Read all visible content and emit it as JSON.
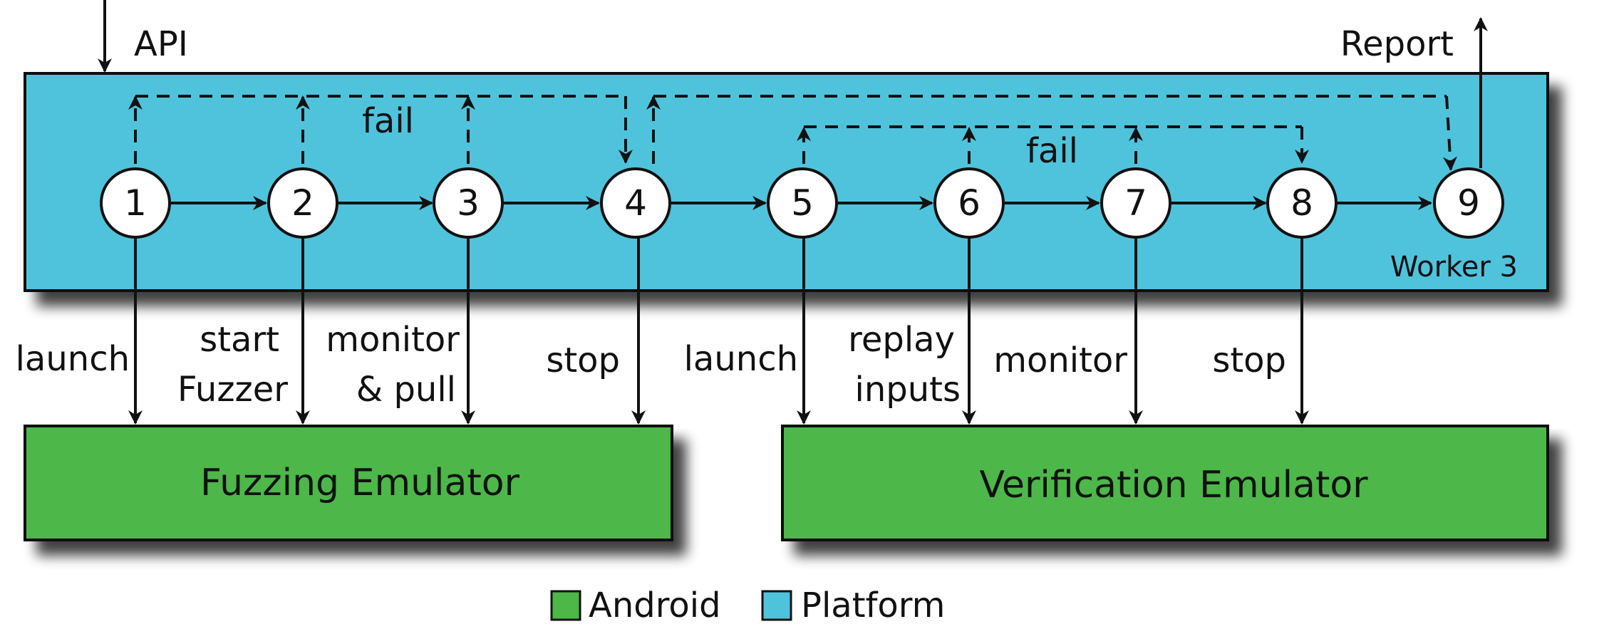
{
  "colors": {
    "platform": "#4FC3DC",
    "android": "#4DB748",
    "stroke": "#111111"
  },
  "api_label": "API",
  "report_label": "Report",
  "worker_label": "Worker 3",
  "nodes": [
    "1",
    "2",
    "3",
    "4",
    "5",
    "6",
    "7",
    "8",
    "9"
  ],
  "fail_labels": [
    "fail",
    "fail"
  ],
  "actions": [
    [
      "launch"
    ],
    [
      "start",
      "Fuzzer"
    ],
    [
      "monitor",
      "& pull"
    ],
    [
      "stop"
    ],
    [
      "launch"
    ],
    [
      "replay",
      "inputs"
    ],
    [
      "monitor"
    ],
    [
      "stop"
    ]
  ],
  "emulators": {
    "fuzzing": "Fuzzing Emulator",
    "verification": "Verification Emulator"
  },
  "legend": [
    {
      "label": "Android",
      "color": "#4DB748"
    },
    {
      "label": "Platform",
      "color": "#4FC3DC"
    }
  ]
}
